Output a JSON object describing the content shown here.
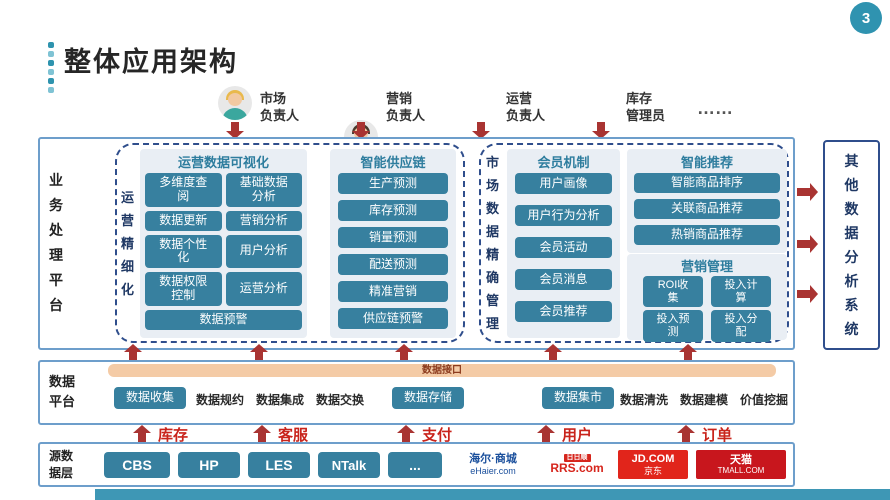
{
  "slide": {
    "page_number": "3",
    "title": "整体应用架构",
    "ellipsis": "……"
  },
  "personas": [
    {
      "label": "市场\n负责人"
    },
    {
      "label": "营销\n负责人"
    },
    {
      "label": "运营\n负责人"
    },
    {
      "label": "库存\n管理员"
    }
  ],
  "business_layer": {
    "label": "业务处理平台",
    "ops_group": {
      "label": "运营精细化",
      "visualization_panel": {
        "title": "运营数据可视化",
        "buttons": [
          "多维度查阅",
          "基础数据分析",
          "数据更新",
          "营销分析",
          "数据个性化",
          "用户分析",
          "数据权限控制",
          "运营分析",
          "数据预警"
        ]
      },
      "supply_chain_panel": {
        "title": "智能供应链",
        "buttons": [
          "生产预测",
          "库存预测",
          "销量预测",
          "配送预测",
          "精准营销",
          "供应链预警"
        ]
      }
    },
    "market_group": {
      "label": "市场数据精确管理",
      "member_panel": {
        "title": "会员机制",
        "buttons": [
          "用户画像",
          "用户行为分析",
          "会员活动",
          "会员消息",
          "会员推荐"
        ]
      },
      "recommend_panel": {
        "title": "智能推荐",
        "buttons": [
          "智能商品排序",
          "关联商品推荐",
          "热销商品推荐"
        ]
      },
      "marketing_panel": {
        "title": "营销管理",
        "buttons": [
          "ROI收集",
          "投入计算",
          "投入预测",
          "投入分配"
        ]
      }
    }
  },
  "other_system": {
    "label": "其他数据分析系统"
  },
  "data_platform": {
    "label": "数据平台",
    "interface_bar": "数据接口",
    "collect_button": "数据收集",
    "collect_desc": "数据规约　数据集成　数据交换",
    "storage_button": "数据存储",
    "mart_button": "数据集市",
    "mart_desc": "数据清洗　数据建模　价值挖掘"
  },
  "flows": [
    {
      "label": "库存"
    },
    {
      "label": "客服"
    },
    {
      "label": "支付"
    },
    {
      "label": "用户"
    },
    {
      "label": "订单"
    }
  ],
  "source_layer": {
    "label": "源数据层",
    "systems": [
      "CBS",
      "HP",
      "LES",
      "NTalk",
      "..."
    ],
    "logos": [
      {
        "line1": "海尔·商城",
        "line2": "eHaier.com"
      },
      {
        "line1": "日日顺",
        "line2": "RRS.com"
      },
      {
        "line1": "JD.COM",
        "line2": "京东"
      },
      {
        "line1": "天猫",
        "line2": "TMALL.COM"
      }
    ]
  },
  "colors": {
    "teal_button": "#37809F",
    "panel_title_teal": "#2E7D9E",
    "arrow_red": "#A93432",
    "flow_label_red": "#C9241C",
    "interface_orange": "#F4CBA6",
    "navy": "#1F3864",
    "accent_teal": "#2F93B0",
    "haier_blue": "#1A4F9C",
    "jd_red": "#E1251B",
    "tmall_red": "#C8161D",
    "rrs_red": "#D6251C"
  }
}
